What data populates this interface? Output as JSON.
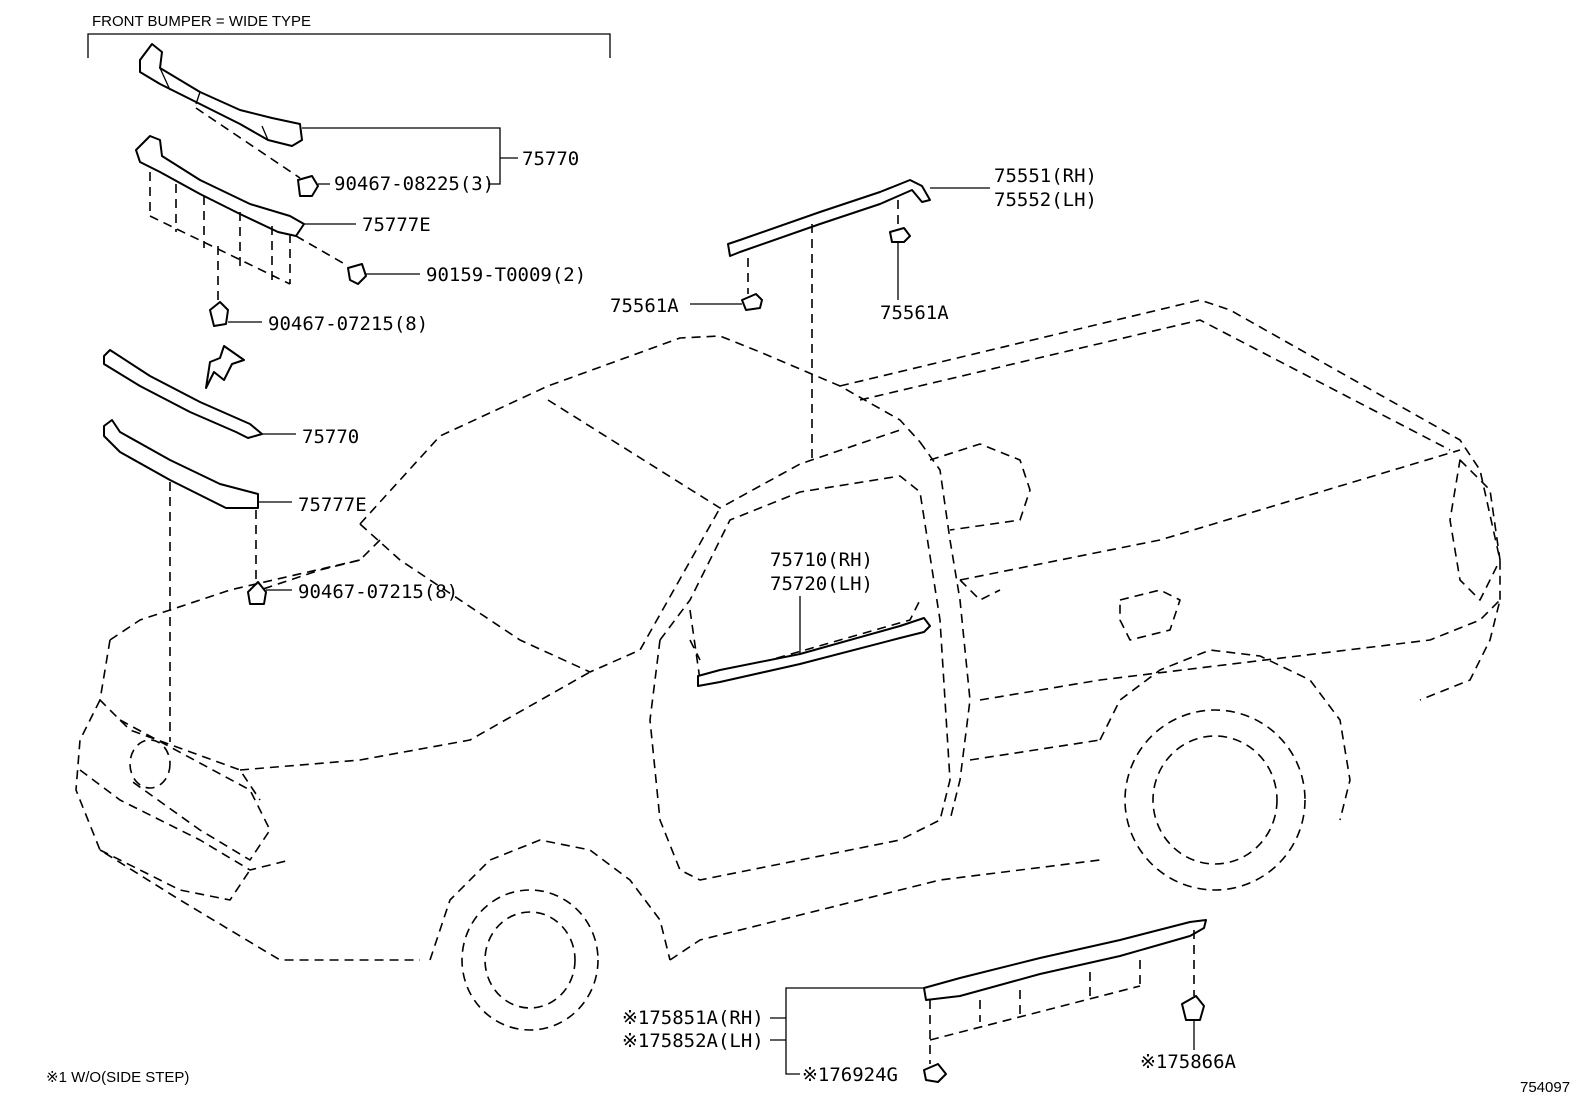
{
  "header": {
    "title": "FRONT BUMPER = WIDE TYPE"
  },
  "callouts": {
    "p75770_top": "75770",
    "p90467_08225": "90467-08225(3)",
    "p75777E_top": "75777E",
    "p90159_T0009": "90159-T0009(2)",
    "p90467_07215_top": "90467-07215(8)",
    "p75770_mid": "75770",
    "p75777E_mid": "75777E",
    "p90467_07215_mid": "90467-07215(8)",
    "p75551_rh": "75551(RH)",
    "p75552_lh": "75552(LH)",
    "p75561A_left": "75561A",
    "p75561A_right": "75561A",
    "p75710_rh": "75710(RH)",
    "p75720_lh": "75720(LH)",
    "p75851A_rh": "※175851A(RH)",
    "p75852A_lh": "※175852A(LH)",
    "p76924G": "※176924G",
    "p75866A": "※175866A"
  },
  "footer": {
    "note": "※1 W/O(SIDE STEP)",
    "diagram_number": "754097"
  }
}
